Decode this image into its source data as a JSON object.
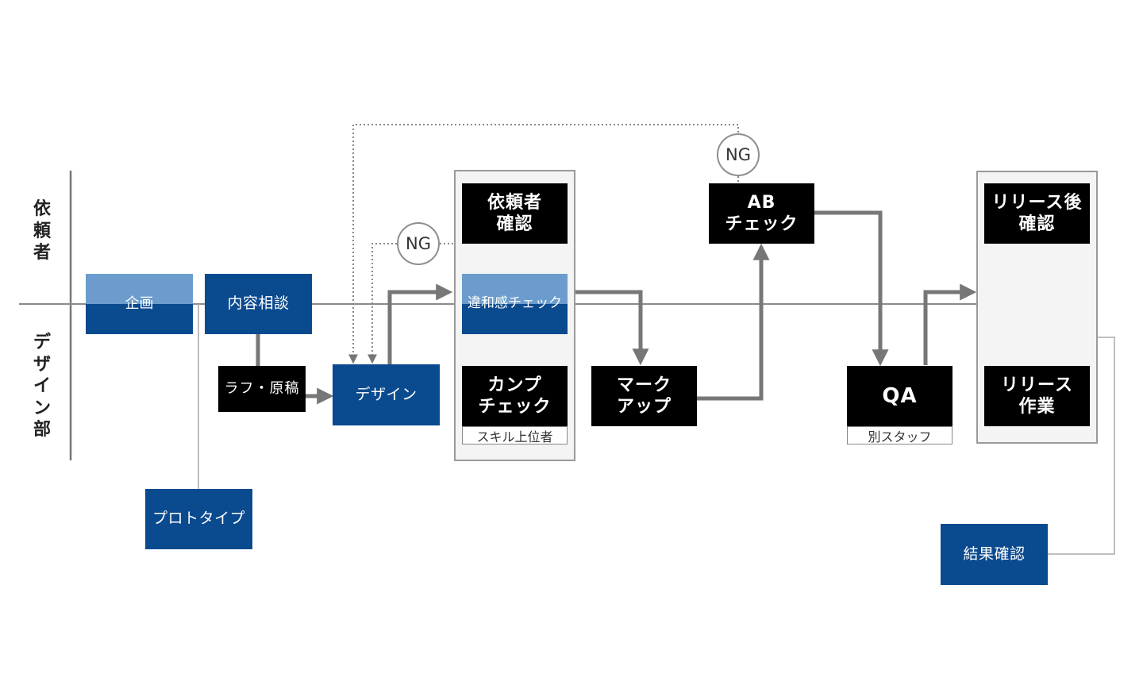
{
  "diagram": {
    "type": "swimlane-workflow",
    "colors": {
      "navy": "#0a4a8f",
      "light_blue": "#6b9ccd",
      "black": "#000000",
      "group_bg": "#f4f4f4",
      "connector": "#777777"
    },
    "lanes": {
      "requester": {
        "label_chars": [
          "依",
          "頼",
          "者"
        ]
      },
      "design": {
        "label_chars": [
          "デ",
          "ザ",
          "イ",
          "ン",
          "部"
        ]
      }
    },
    "nodes": {
      "kikaku": {
        "lines": [
          "企画"
        ]
      },
      "naiyou": {
        "lines": [
          "内容相談"
        ]
      },
      "rough": {
        "lines": [
          "ラフ・原稿"
        ]
      },
      "prototype": {
        "lines": [
          "プロトタイプ"
        ]
      },
      "design": {
        "lines": [
          "デザイン"
        ]
      },
      "requester_check": {
        "lines": [
          "依頼者",
          "確認"
        ]
      },
      "iwakan": {
        "lines": [
          "違和感チェック"
        ]
      },
      "comp_check": {
        "lines": [
          "カンプ",
          "チェック"
        ],
        "sub": "スキル上位者"
      },
      "markup": {
        "lines": [
          "マーク",
          "アップ"
        ]
      },
      "ab_check": {
        "lines": [
          "AB",
          "チェック"
        ]
      },
      "qa": {
        "lines": [
          "QA"
        ],
        "sub": "別スタッフ"
      },
      "post_release": {
        "lines": [
          "リリース後",
          "確認"
        ]
      },
      "release": {
        "lines": [
          "リリース",
          "作業"
        ]
      },
      "result": {
        "lines": [
          "結果確認"
        ]
      }
    },
    "ng_labels": {
      "ng1": "NG",
      "ng2": "NG"
    },
    "edges": [
      {
        "from": "naiyou",
        "to": "rough",
        "style": "solid"
      },
      {
        "from": "naiyou",
        "to": "prototype",
        "style": "thin"
      },
      {
        "from": "rough",
        "to": "design",
        "style": "arrow"
      },
      {
        "from": "design",
        "to": "review-group",
        "style": "arrow"
      },
      {
        "from": "review-group",
        "to": "markup",
        "style": "arrow"
      },
      {
        "from": "markup",
        "to": "ab_check",
        "style": "arrow"
      },
      {
        "from": "ab_check",
        "to": "qa",
        "style": "arrow"
      },
      {
        "from": "qa",
        "to": "release-group",
        "style": "arrow"
      },
      {
        "from": "release-group",
        "to": "result",
        "style": "thin"
      },
      {
        "from": "review-group",
        "to": "design",
        "style": "dotted",
        "label": "NG"
      },
      {
        "from": "ab_check",
        "to": "design",
        "style": "dotted",
        "label": "NG"
      }
    ]
  }
}
